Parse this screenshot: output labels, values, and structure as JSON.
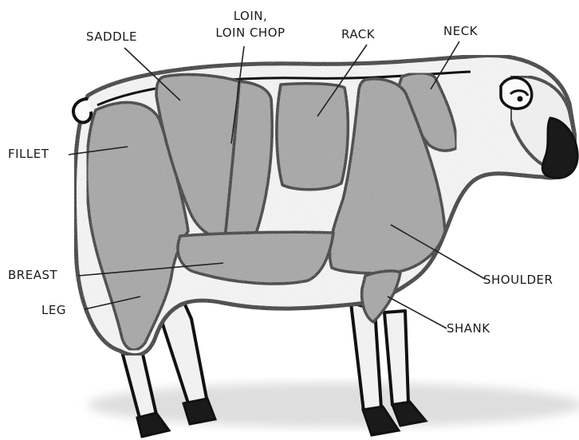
{
  "diagram": {
    "labels": {
      "saddle": "SADDLE",
      "loin_line1": "LOIN,",
      "loin_line2": "LOIN CHOP",
      "rack": "RACK",
      "neck": "NECK",
      "fillet": "FILLET",
      "breast": "BREAST",
      "leg": "LEG",
      "shoulder": "SHOULDER",
      "shank": "SHANK"
    }
  }
}
